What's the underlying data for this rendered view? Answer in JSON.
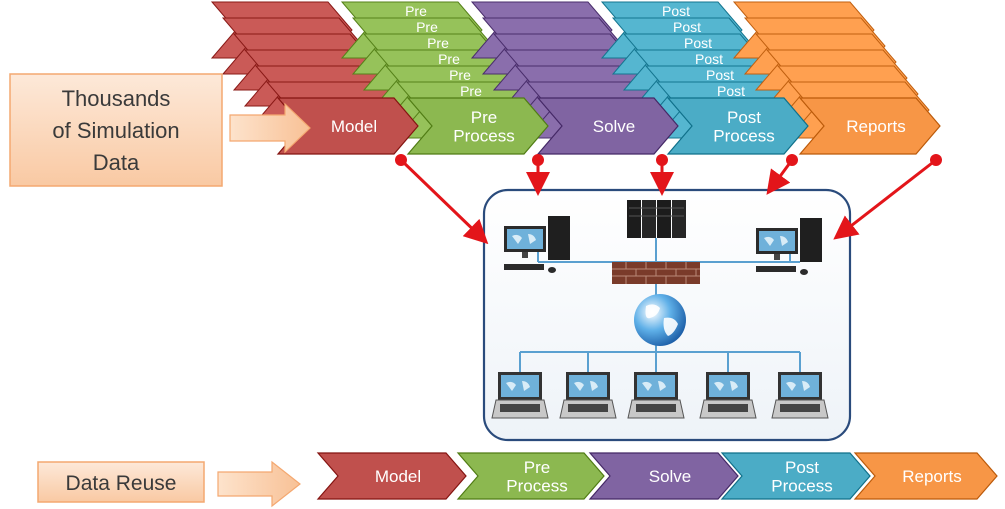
{
  "left_box": {
    "lines": [
      "Thousands",
      "of Simulation",
      "Data"
    ]
  },
  "reuse_box": {
    "label": "Data Reuse"
  },
  "top_pipeline": [
    {
      "key": "model",
      "lines": [
        "Model"
      ],
      "peek": ""
    },
    {
      "key": "pre",
      "lines": [
        "Pre",
        "Process"
      ],
      "peek": "Pre"
    },
    {
      "key": "solve",
      "lines": [
        "Solve"
      ],
      "peek": ""
    },
    {
      "key": "post",
      "lines": [
        "Post",
        "Process"
      ],
      "peek": "Post"
    },
    {
      "key": "reports",
      "lines": [
        "Reports"
      ],
      "peek": ""
    }
  ],
  "bottom_pipeline": [
    {
      "key": "model",
      "lines": [
        "Model"
      ]
    },
    {
      "key": "pre",
      "lines": [
        "Pre",
        "Process"
      ]
    },
    {
      "key": "solve",
      "lines": [
        "Solve"
      ]
    },
    {
      "key": "post",
      "lines": [
        "Post",
        "Process"
      ]
    },
    {
      "key": "reports",
      "lines": [
        "Reports"
      ]
    }
  ],
  "colors": {
    "model": "#c0504d",
    "pre": "#8cb850",
    "solve": "#8064a2",
    "post": "#4bacc6",
    "reports": "#f79646",
    "connector": "#e3151a",
    "box_fill": "#fbdcc4",
    "box_stroke": "#f4a870",
    "network_line": "#5aa0d0"
  },
  "network": {
    "icons": [
      "server-rack-icon",
      "desktop-computer-icon",
      "firewall-icon",
      "globe-icon",
      "laptop-icon"
    ]
  }
}
